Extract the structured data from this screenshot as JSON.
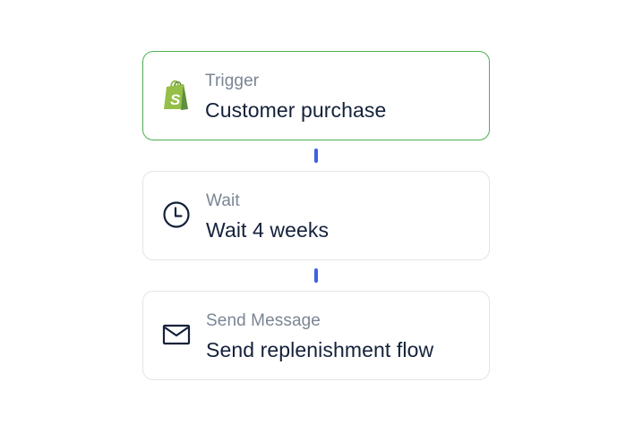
{
  "flow": {
    "steps": [
      {
        "type_label": "Trigger",
        "title": "Customer purchase",
        "icon": "shopify-bag-icon",
        "border_color": "#4caf50"
      },
      {
        "type_label": "Wait",
        "title": "Wait 4 weeks",
        "icon": "clock-icon",
        "border_color": "#e2e4e8"
      },
      {
        "type_label": "Send Message",
        "title": "Send replenishment flow",
        "icon": "envelope-icon",
        "border_color": "#e2e4e8"
      }
    ],
    "connector_color": "#3d63e0"
  }
}
